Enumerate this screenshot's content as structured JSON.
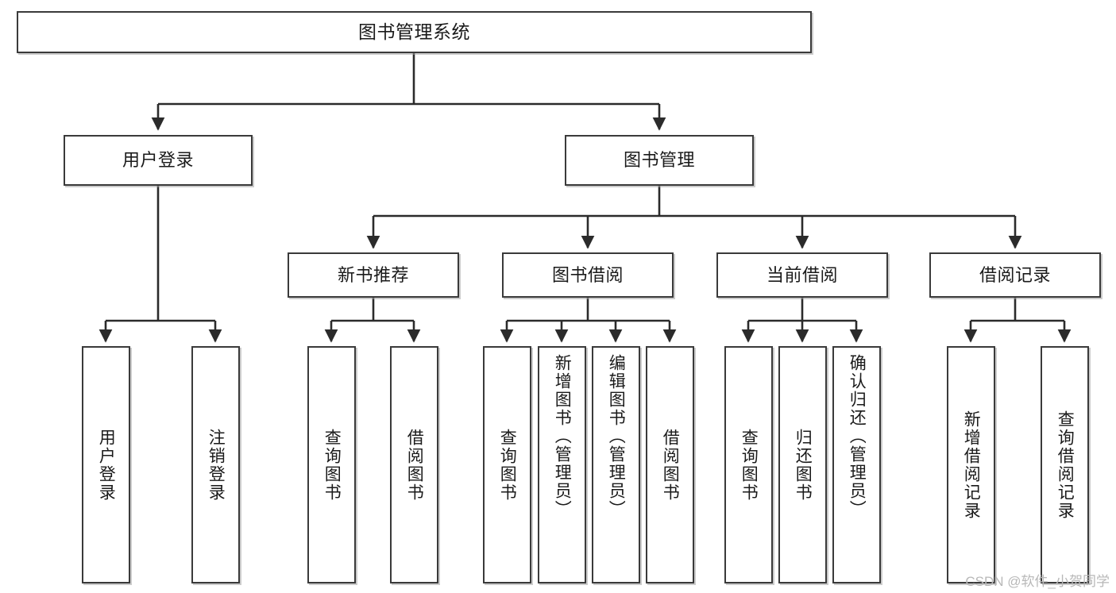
{
  "diagram": {
    "type": "tree",
    "title": "图书管理系统",
    "watermark": "CSDN @软件_小贺同学",
    "colors": {
      "box_border": "#3a3a3a",
      "box_fill": "#ffffff",
      "connector": "#2b2b2b",
      "watermark": "#b8b8b8"
    },
    "levels": {
      "level1": [
        {
          "id": "root",
          "label": "图书管理系统"
        }
      ],
      "level2": [
        {
          "id": "user-login",
          "label": "用户登录"
        },
        {
          "id": "book-manage",
          "label": "图书管理"
        }
      ],
      "level3": [
        {
          "id": "new-book-recommend",
          "label": "新书推荐",
          "parent": "book-manage"
        },
        {
          "id": "book-borrow",
          "label": "图书借阅",
          "parent": "book-manage"
        },
        {
          "id": "current-borrow",
          "label": "当前借阅",
          "parent": "book-manage"
        },
        {
          "id": "borrow-record",
          "label": "借阅记录",
          "parent": "book-manage"
        }
      ],
      "leaves": [
        {
          "id": "leaf-user-login",
          "label": "用户登录",
          "parent": "user-login"
        },
        {
          "id": "leaf-logout-login",
          "label": "注销登录",
          "parent": "user-login"
        },
        {
          "id": "leaf-query-book-1",
          "label": "查询图书",
          "parent": "new-book-recommend"
        },
        {
          "id": "leaf-borrow-book-1",
          "label": "借阅图书",
          "parent": "new-book-recommend"
        },
        {
          "id": "leaf-query-book-2",
          "label": "查询图书",
          "parent": "book-borrow"
        },
        {
          "id": "leaf-add-book",
          "label": "新增图书（管理员）",
          "parent": "book-borrow"
        },
        {
          "id": "leaf-edit-book",
          "label": "编辑图书（管理员）",
          "parent": "book-borrow"
        },
        {
          "id": "leaf-borrow-book-2",
          "label": "借阅图书",
          "parent": "book-borrow"
        },
        {
          "id": "leaf-query-book-3",
          "label": "查询图书",
          "parent": "current-borrow"
        },
        {
          "id": "leaf-return-book",
          "label": "归还图书",
          "parent": "current-borrow"
        },
        {
          "id": "leaf-confirm-return",
          "label": "确认归还（管理员）",
          "parent": "current-borrow"
        },
        {
          "id": "leaf-add-record",
          "label": "新增借阅记录",
          "parent": "borrow-record"
        },
        {
          "id": "leaf-query-record",
          "label": "查询借阅记录",
          "parent": "borrow-record"
        }
      ]
    }
  }
}
